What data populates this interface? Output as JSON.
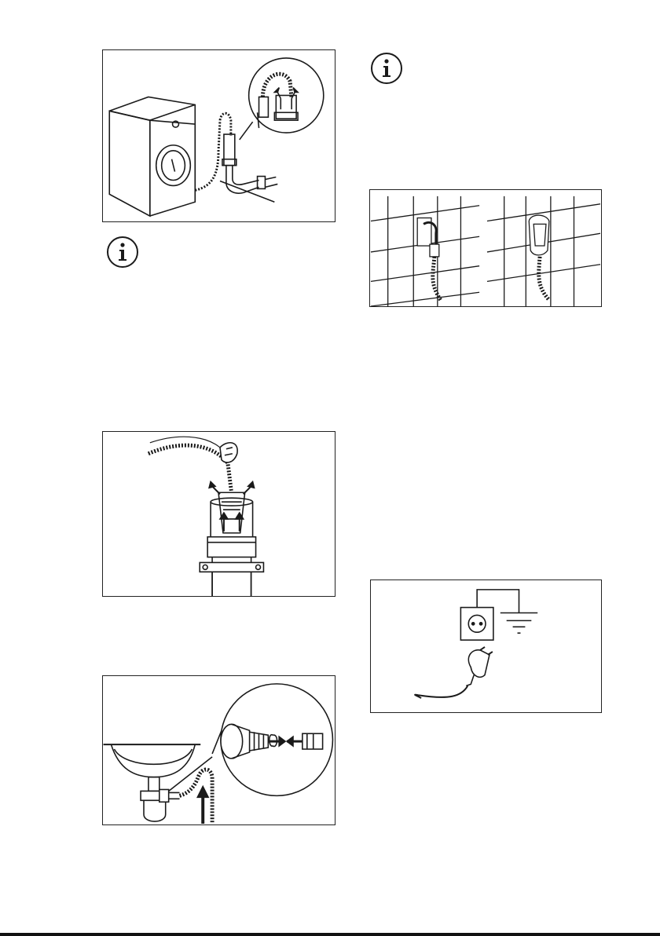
{
  "figures": [
    {
      "name": "figure-washer-drain-hose-standpipe"
    },
    {
      "name": "figure-hose-into-standpipe"
    },
    {
      "name": "figure-sink-trap-connection"
    },
    {
      "name": "figure-tap-connections"
    },
    {
      "name": "figure-earthed-socket-plug"
    }
  ],
  "icons": [
    "info-icon",
    "info-icon"
  ],
  "colors": {
    "line": "#1a1a1a",
    "border": "#222222",
    "background": "#ffffff"
  }
}
